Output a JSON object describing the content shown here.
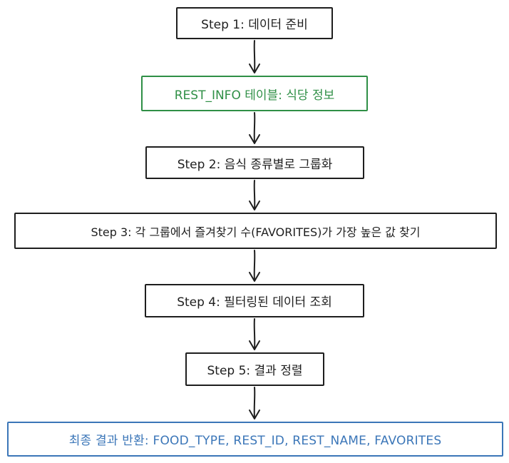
{
  "flowchart": {
    "nodes": [
      {
        "id": "step1",
        "label": "Step 1: 데이터 준비"
      },
      {
        "id": "rest_info",
        "label": "REST_INFO 테이블: 식당 정보"
      },
      {
        "id": "step2",
        "label": "Step 2: 음식 종류별로 그룹화"
      },
      {
        "id": "step3",
        "label": "Step 3: 각 그룹에서 즐겨찾기 수(FAVORITES)가 가장 높은 값 찾기"
      },
      {
        "id": "step4",
        "label": "Step 4: 필터링된 데이터 조회"
      },
      {
        "id": "step5",
        "label": "Step 5: 결과 정렬"
      },
      {
        "id": "final",
        "label": "최종 결과 반환: FOOD_TYPE, REST_ID, REST_NAME, FAVORITES"
      }
    ],
    "edges": [
      {
        "from": "step1",
        "to": "rest_info"
      },
      {
        "from": "rest_info",
        "to": "step2"
      },
      {
        "from": "step2",
        "to": "step3"
      },
      {
        "from": "step3",
        "to": "step4"
      },
      {
        "from": "step4",
        "to": "step5"
      },
      {
        "from": "step5",
        "to": "final"
      }
    ],
    "colors": {
      "default_stroke": "#1e1e1e",
      "source_table_stroke": "#2f8f46",
      "result_stroke": "#3b76b8",
      "arrow": "#1e1e1e"
    }
  }
}
